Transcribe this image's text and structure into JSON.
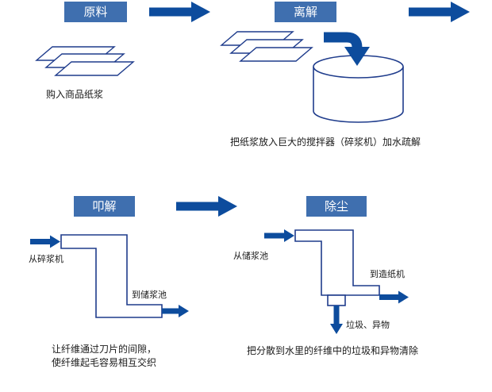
{
  "colors": {
    "label_fill": "#3f6faf",
    "label_text": "#ffffff",
    "arrow": "#0d4c9d",
    "outline": "#1f3c8c",
    "text": "#1a1a1a"
  },
  "raw_material": {
    "label": "原料",
    "caption": "购入商品纸浆"
  },
  "disintegration": {
    "label": "离解",
    "caption": "把纸浆放入巨大的搅拌器（碎浆机）加水疏解"
  },
  "beating": {
    "label": "叩解",
    "inlet_label": "从碎浆机",
    "outlet_label": "到储浆池",
    "caption_lines": [
      "让纤维通过刀片的间隙，",
      "使纤维起毛容易相互交织"
    ]
  },
  "dust_removal": {
    "label": "除尘",
    "inlet_label": "从储浆池",
    "outlet_label": "到造纸机",
    "reject_label": "垃圾、异物",
    "caption": "把分散到水里的纤维中的垃圾和异物清除"
  }
}
